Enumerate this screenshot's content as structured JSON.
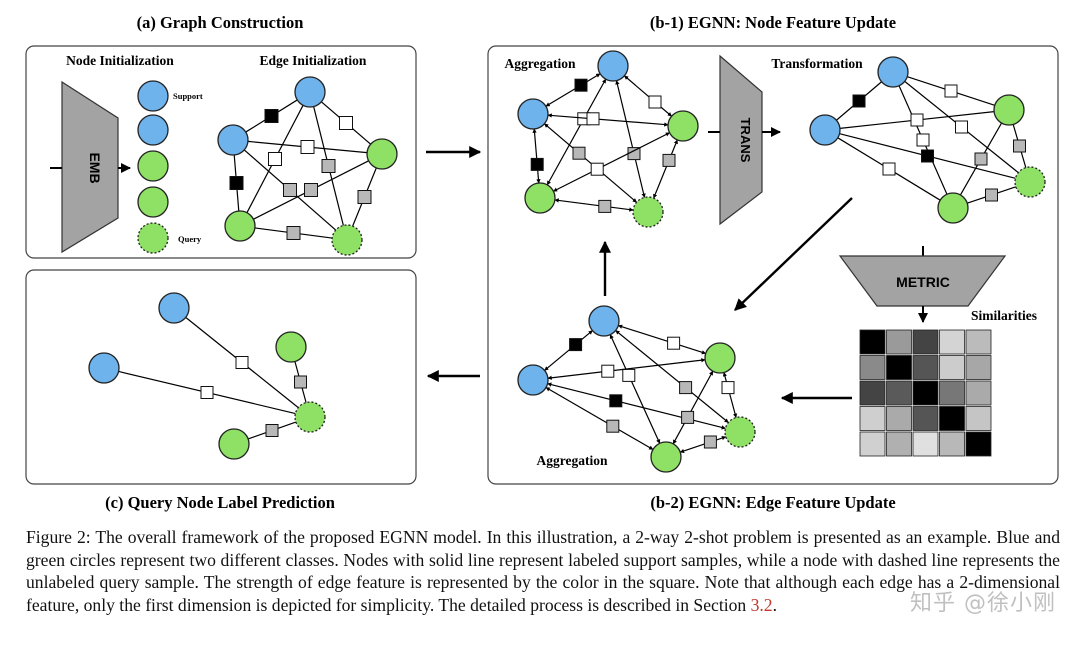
{
  "figure": {
    "panel_a": {
      "title": "(a) Graph Construction",
      "node_init_label": "Node Initialization",
      "edge_init_label": "Edge Initialization",
      "emb_label": "EMB",
      "support_label": "Support",
      "query_label": "Query"
    },
    "panel_b1": {
      "title": "(b-1) EGNN: Node Feature Update",
      "aggregation_label": "Aggregation",
      "transformation_label": "Transformation",
      "trans_label": "TRANS"
    },
    "panel_b2": {
      "title": "(b-2) EGNN: Edge Feature Update",
      "aggregation_label": "Aggregation",
      "metric_label": "METRIC",
      "similarities_label": "Similarities"
    },
    "panel_c": {
      "title": "(c) Query Node Label Prediction"
    },
    "colors": {
      "support_blue": "#6fb3ec",
      "class_green": "#8ee164",
      "shape_gray": "#a3a3a3"
    }
  },
  "caption": {
    "text": "Figure 2: The overall framework of the proposed EGNN model. In this illustration, a 2-way 2-shot problem is presented as an example. Blue and green circles represent two different classes. Nodes with solid line represent labeled support samples, while a node with dashed line represents the unlabeled query sample. The strength of edge feature is represented by the color in the square. Note that although each edge has a 2-dimensional feature, only the first dimension is depicted for simplicity. The detailed process is described in Section ",
    "ref": "3.2",
    "end": "."
  },
  "watermark": "知乎 @徐小刚"
}
